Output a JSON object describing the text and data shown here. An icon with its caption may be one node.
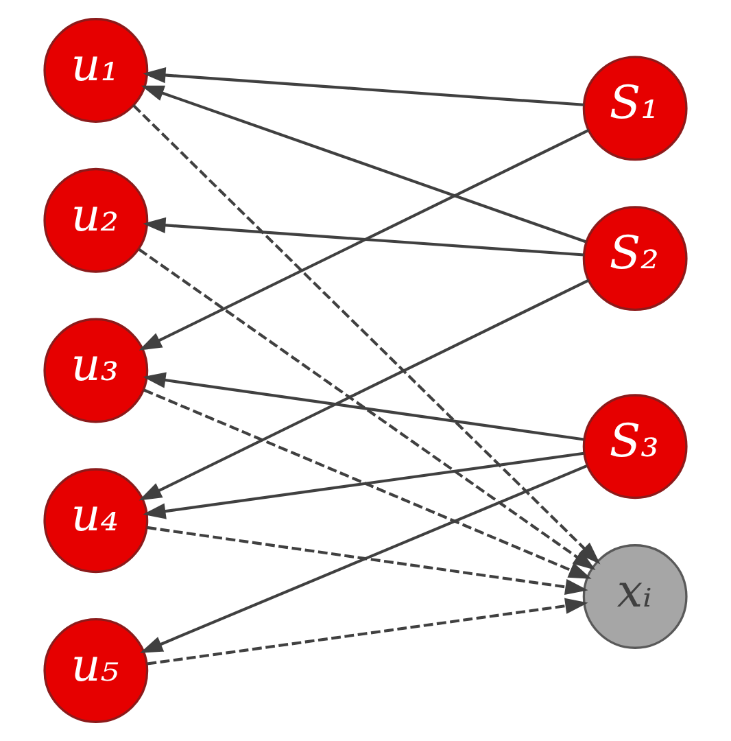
{
  "diagram": {
    "nodes": [
      {
        "text": [
          "u₁"
        ]
      },
      {
        "text": [
          "u₂"
        ]
      },
      {
        "text": [
          "u₃"
        ]
      },
      {
        "text": [
          "u₄"
        ]
      },
      {
        "text": [
          "u₅"
        ]
      },
      {
        "text": [
          "S₁"
        ]
      },
      {
        "text": [
          "S₂"
        ]
      },
      {
        "text": [
          "S₃"
        ]
      },
      {
        "text": [
          "xᵢ"
        ]
      }
    ],
    "edges": [
      {
        "from": 5,
        "to": 0,
        "arrow": "to"
      },
      {
        "from": 5,
        "to": 2,
        "arrow": "to"
      },
      {
        "from": 6,
        "to": 0,
        "arrow": "to"
      },
      {
        "from": 6,
        "to": 1,
        "arrow": "to"
      },
      {
        "from": 6,
        "to": 3,
        "arrow": "to"
      },
      {
        "from": 7,
        "to": 2,
        "arrow": "to"
      },
      {
        "from": 7,
        "to": 3,
        "arrow": "to"
      },
      {
        "from": 7,
        "to": 4,
        "arrow": "to"
      },
      {
        "from": 0,
        "to": 8,
        "arrow": "to",
        "style": "dashed"
      },
      {
        "from": 1,
        "to": 8,
        "arrow": "to",
        "style": "dashed"
      },
      {
        "from": 2,
        "to": 8,
        "arrow": "to",
        "style": "dashed"
      },
      {
        "from": 3,
        "to": 8,
        "arrow": "to",
        "style": "dashed"
      },
      {
        "from": 4,
        "to": 8,
        "arrow": "to",
        "style": "dashed"
      }
    ]
  }
}
